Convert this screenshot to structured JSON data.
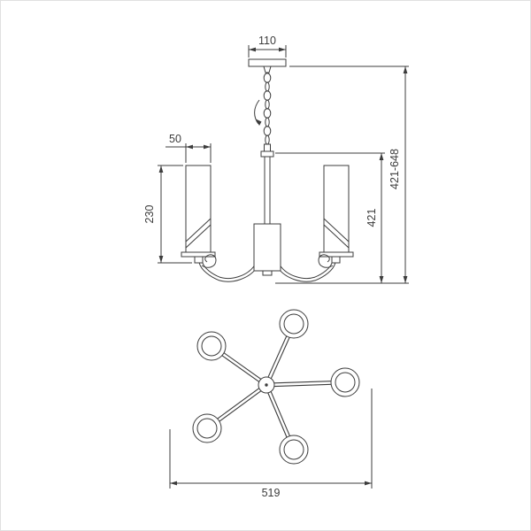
{
  "style": {
    "line_color": "#3c3c3c",
    "text_color": "#3c3c3c",
    "background": "#ffffff",
    "border_color": "#e0e0e0"
  },
  "side_view": {
    "dim_canopy_width": "110",
    "dim_shade_width": "50",
    "dim_shade_height": "230",
    "dim_fixture_drop": "421",
    "dim_overall_height": "421-648"
  },
  "plan_view": {
    "lamp_count": "5",
    "dim_overall_diameter": "519"
  }
}
